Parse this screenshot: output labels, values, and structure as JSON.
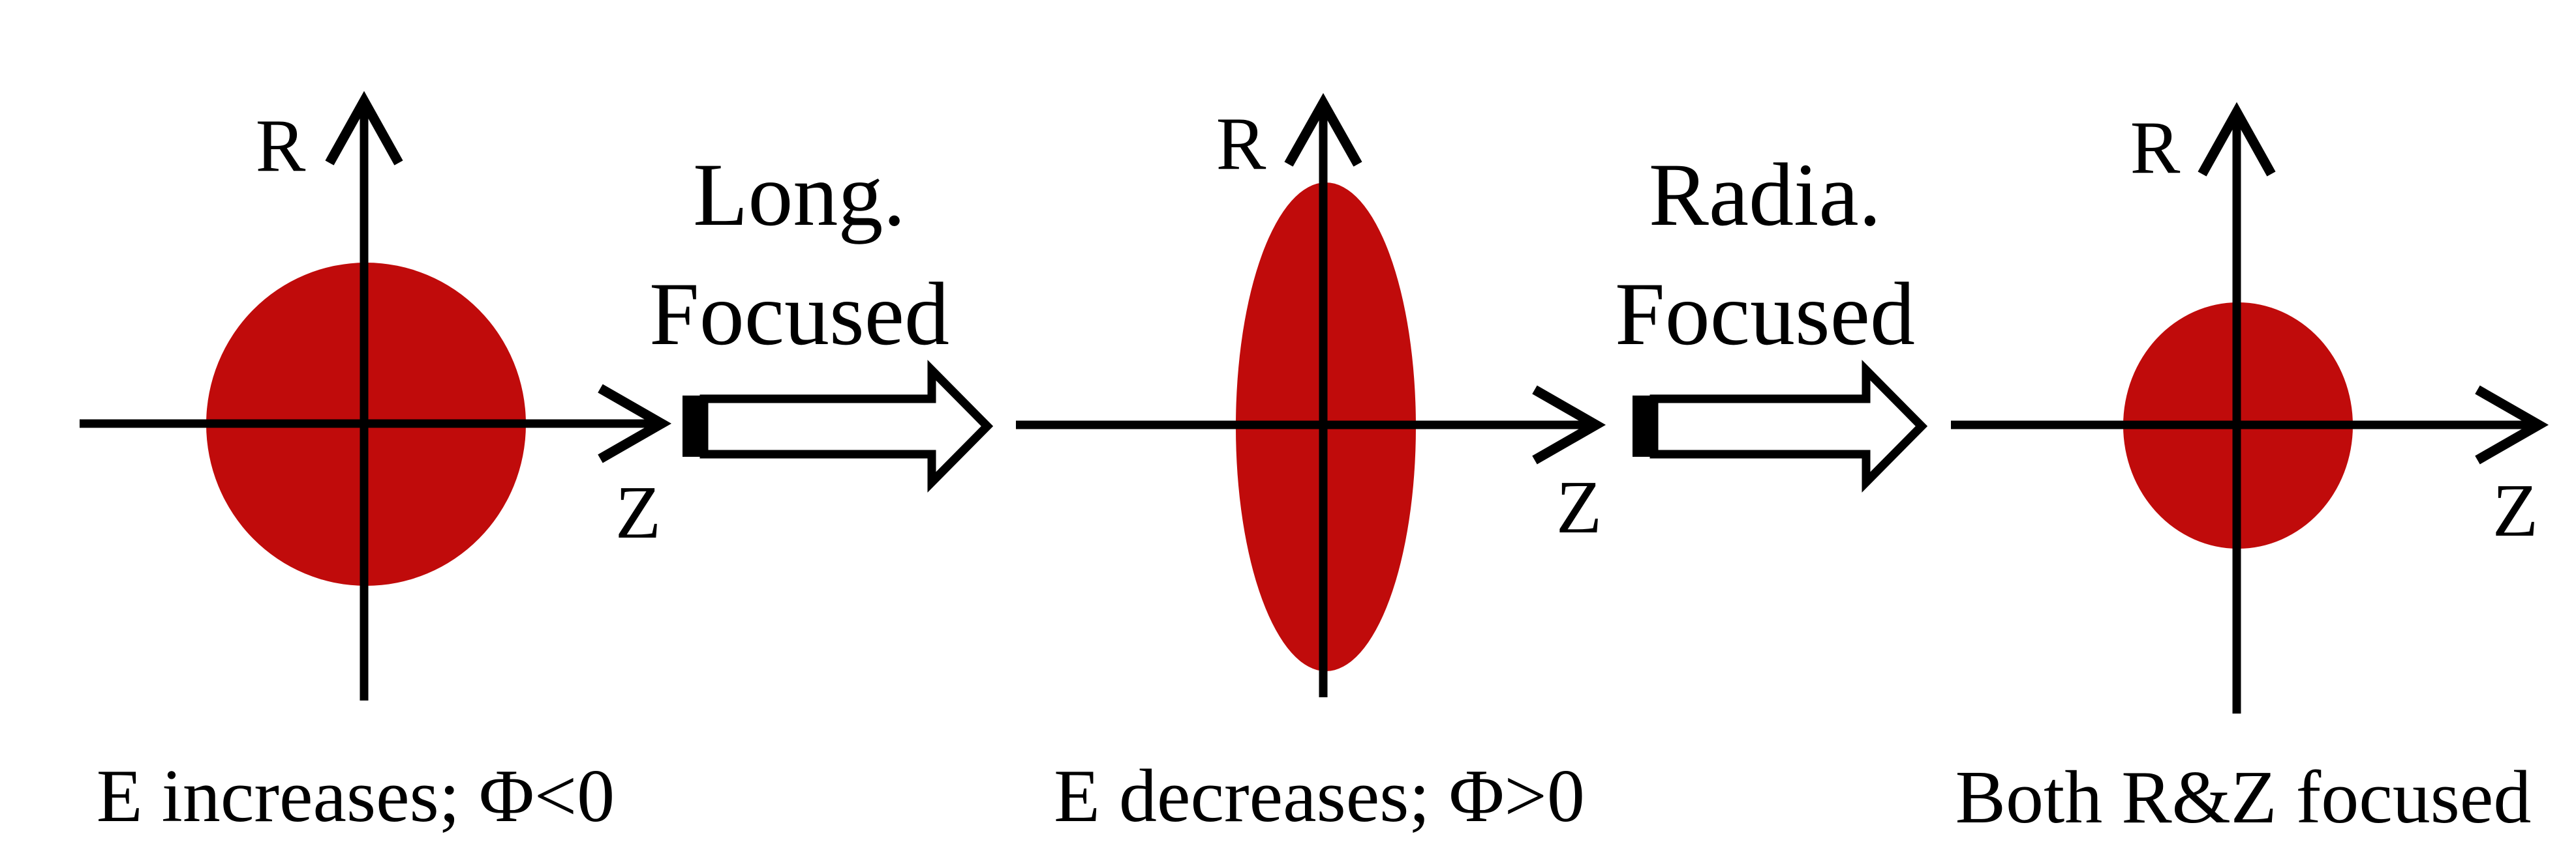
{
  "figure": {
    "background": "#ffffff",
    "line_color": "#000000",
    "beam_color": "#c00b0b",
    "panels": [
      {
        "axis_r": "R",
        "axis_z": "Z",
        "caption": "E increases; Φ<0",
        "beam": "large-circle"
      },
      {
        "axis_r": "R",
        "axis_z": "Z",
        "caption": "E decreases; Φ>0",
        "beam": "tall-vertical-ellipse"
      },
      {
        "axis_r": "R",
        "axis_z": "Z",
        "caption": "Both R&Z focused",
        "beam": "small-circle"
      }
    ],
    "transitions": [
      {
        "line1": "Long.",
        "line2": "Focused"
      },
      {
        "line1": "Radia.",
        "line2": "Focused"
      }
    ]
  }
}
